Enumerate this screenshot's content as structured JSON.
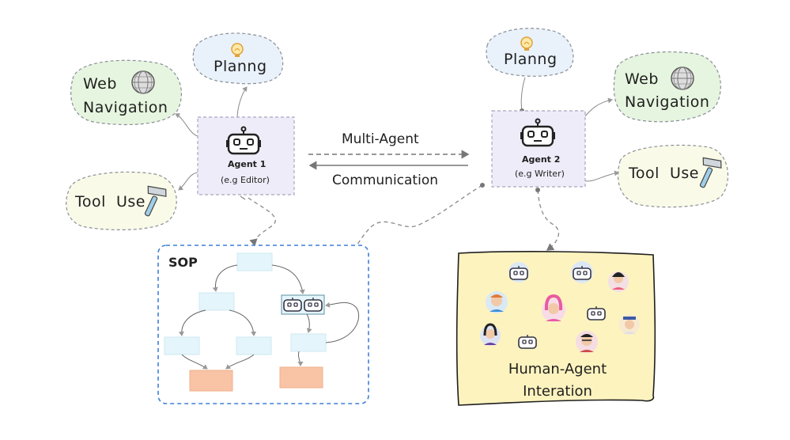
{
  "agent1": {
    "name": "Agent 1",
    "role": "(e.g Editor)"
  },
  "agent2": {
    "name": "Agent 2",
    "role": "(e.g Writer)"
  },
  "left_tools": {
    "planning": "Planng",
    "web_line1": "Web",
    "web_line2": "Navigation",
    "tool_use": "Tool  Use"
  },
  "right_tools": {
    "planning": "Planng",
    "web_line1": "Web",
    "web_line2": "Navigation",
    "tool_use": "Tool  Use"
  },
  "communication": {
    "line1": "Multi-Agent",
    "line2": "Communication"
  },
  "sop": {
    "title": "SOP"
  },
  "interaction": {
    "line1": "Human-Agent",
    "line2": "Interation"
  },
  "colors": {
    "agent_fill": "#eeecf8",
    "bubble_blue": "#e9f1fb",
    "bubble_green": "#e6f5df",
    "bubble_yellow": "#f9fbe8",
    "sop_border": "#3f7fd8",
    "sop_box": "#e4f5fb",
    "sop_orange": "#f9c3a5",
    "hai_fill": "#fdf3bf"
  }
}
